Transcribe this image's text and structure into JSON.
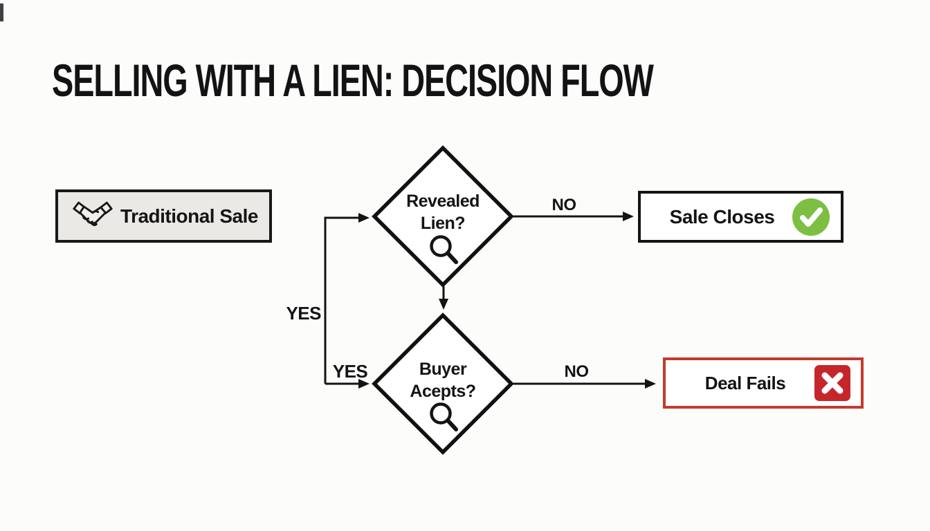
{
  "title": "SELLING WITH A LIEN: DECISION FLOW",
  "flow": {
    "start": {
      "label": "Traditional Sale",
      "icon": "handshake-icon"
    },
    "decision1": {
      "line1": "Revealed",
      "line2": "Lien?",
      "icon": "magnifier-icon"
    },
    "decision2": {
      "line1": "Buyer",
      "line2": "Acepts?",
      "icon": "magnifier-icon"
    },
    "outcome_success": {
      "label": "Sale Closes",
      "icon": "check-icon"
    },
    "outcome_fail": {
      "label": "Deal Fails",
      "icon": "x-icon"
    }
  },
  "edges": {
    "decision1_no": "NO",
    "decision2_no": "NO",
    "yes_branch": "YES",
    "yes_into_decision2": "YES"
  },
  "colors": {
    "line": "#141414",
    "start_box_fill": "#ebe9e6",
    "success_green": "#7cbf42",
    "fail_red": "#c5262c",
    "fail_border_red": "#c23b2e",
    "background": "#fcfcfb"
  }
}
